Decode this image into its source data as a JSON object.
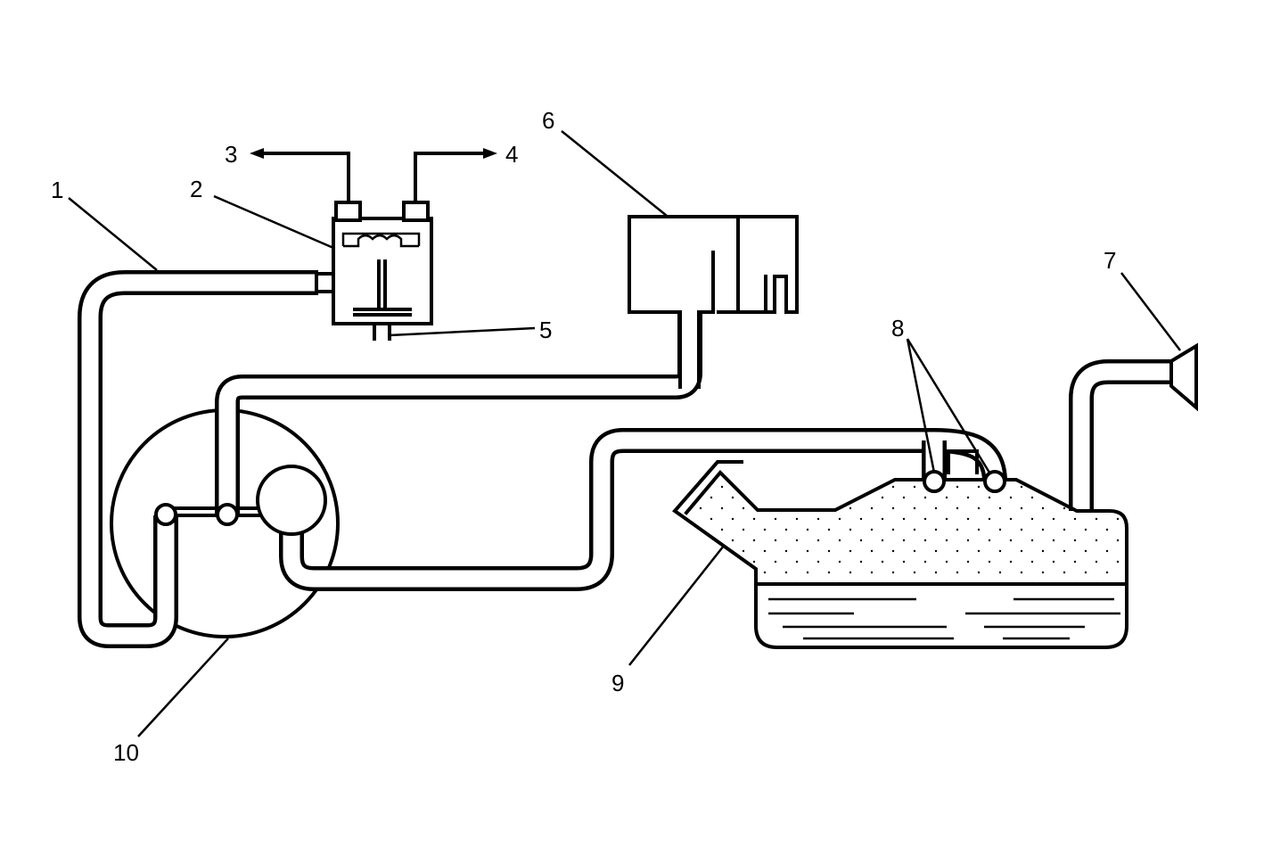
{
  "diagram": {
    "callouts": [
      {
        "id": "1",
        "text": "1"
      },
      {
        "id": "2",
        "text": "2"
      },
      {
        "id": "3",
        "text": "3"
      },
      {
        "id": "4",
        "text": "4"
      },
      {
        "id": "5",
        "text": "5"
      },
      {
        "id": "6",
        "text": "6"
      },
      {
        "id": "7",
        "text": "7"
      },
      {
        "id": "8",
        "text": "8"
      },
      {
        "id": "9",
        "text": "9"
      },
      {
        "id": "10",
        "text": "10"
      }
    ],
    "line_color": "#000000",
    "background_color": "#ffffff"
  }
}
